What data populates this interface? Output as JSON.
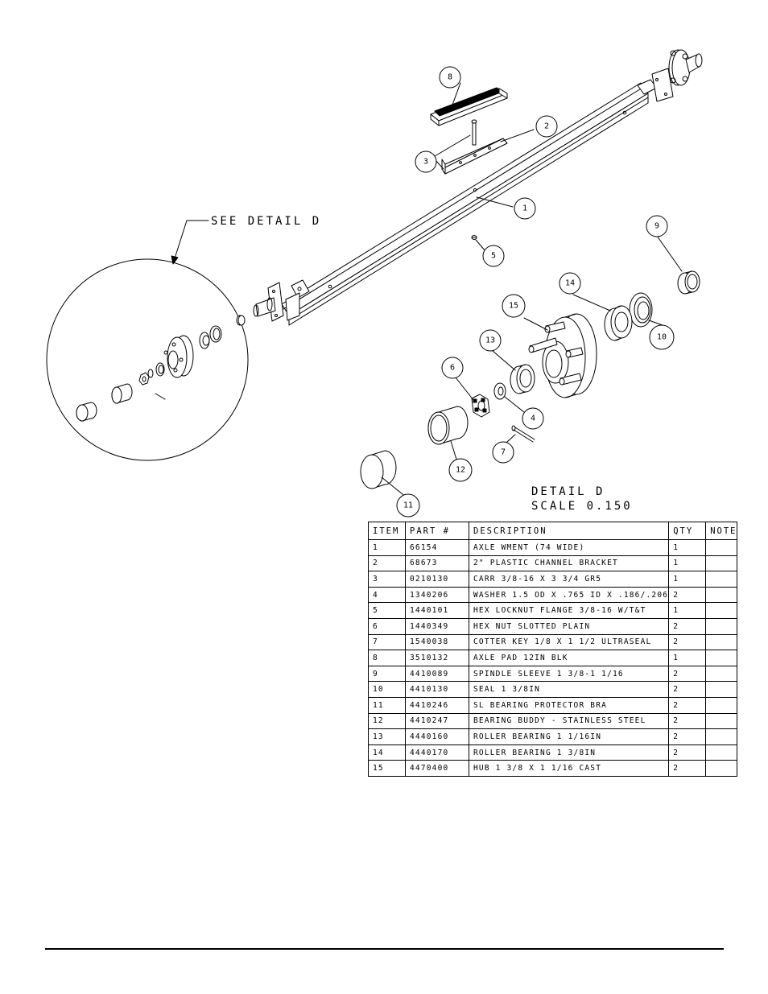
{
  "detail_label": "DETAIL D",
  "detail_scale": "SCALE 0.150",
  "see_detail": "SEE DETAIL D",
  "callouts": {
    "c1": "1",
    "c2": "2",
    "c3": "3",
    "c4": "4",
    "c5": "5",
    "c6": "6",
    "c7": "7",
    "c8": "8",
    "c9": "9",
    "c10": "10",
    "c11": "11",
    "c12": "12",
    "c13": "13",
    "c14": "14",
    "c15": "15"
  },
  "table": {
    "headers": {
      "item": "ITEM",
      "part": "PART #",
      "desc": "DESCRIPTION",
      "qty": "QTY",
      "note": "NOTE"
    },
    "rows": [
      {
        "item": "1",
        "part": "66154",
        "desc": "AXLE WMENT (74 WIDE)",
        "qty": "1",
        "note": ""
      },
      {
        "item": "2",
        "part": "68673",
        "desc": "2\" PLASTIC CHANNEL BRACKET",
        "qty": "1",
        "note": ""
      },
      {
        "item": "3",
        "part": "0210130",
        "desc": "CARR 3/8-16 X 3 3/4 GR5",
        "qty": "1",
        "note": ""
      },
      {
        "item": "4",
        "part": "1340206",
        "desc": "WASHER 1.5 OD X .765 ID X .186/.206",
        "qty": "2",
        "note": ""
      },
      {
        "item": "5",
        "part": "1440101",
        "desc": "HEX LOCKNUT FLANGE 3/8-16 W/T&T",
        "qty": "1",
        "note": ""
      },
      {
        "item": "6",
        "part": "1440349",
        "desc": "HEX NUT SLOTTED PLAIN",
        "qty": "2",
        "note": ""
      },
      {
        "item": "7",
        "part": "1540038",
        "desc": "COTTER KEY 1/8 X 1 1/2 ULTRASEAL",
        "qty": "2",
        "note": ""
      },
      {
        "item": "8",
        "part": "3510132",
        "desc": "AXLE PAD 12IN BLK",
        "qty": "1",
        "note": ""
      },
      {
        "item": "9",
        "part": "4410089",
        "desc": "SPINDLE SLEEVE 1 3/8-1 1/16",
        "qty": "2",
        "note": ""
      },
      {
        "item": "10",
        "part": "4410130",
        "desc": "SEAL 1 3/8IN",
        "qty": "2",
        "note": ""
      },
      {
        "item": "11",
        "part": "4410246",
        "desc": "SL BEARING PROTECTOR BRA",
        "qty": "2",
        "note": ""
      },
      {
        "item": "12",
        "part": "4410247",
        "desc": "BEARING BUDDY - STAINLESS STEEL",
        "qty": "2",
        "note": ""
      },
      {
        "item": "13",
        "part": "4440160",
        "desc": "ROLLER BEARING 1 1/16IN",
        "qty": "2",
        "note": ""
      },
      {
        "item": "14",
        "part": "4440170",
        "desc": "ROLLER BEARING 1 3/8IN",
        "qty": "2",
        "note": ""
      },
      {
        "item": "15",
        "part": "4470400",
        "desc": "HUB 1 3/8 X 1 1/16 CAST",
        "qty": "2",
        "note": ""
      }
    ]
  }
}
